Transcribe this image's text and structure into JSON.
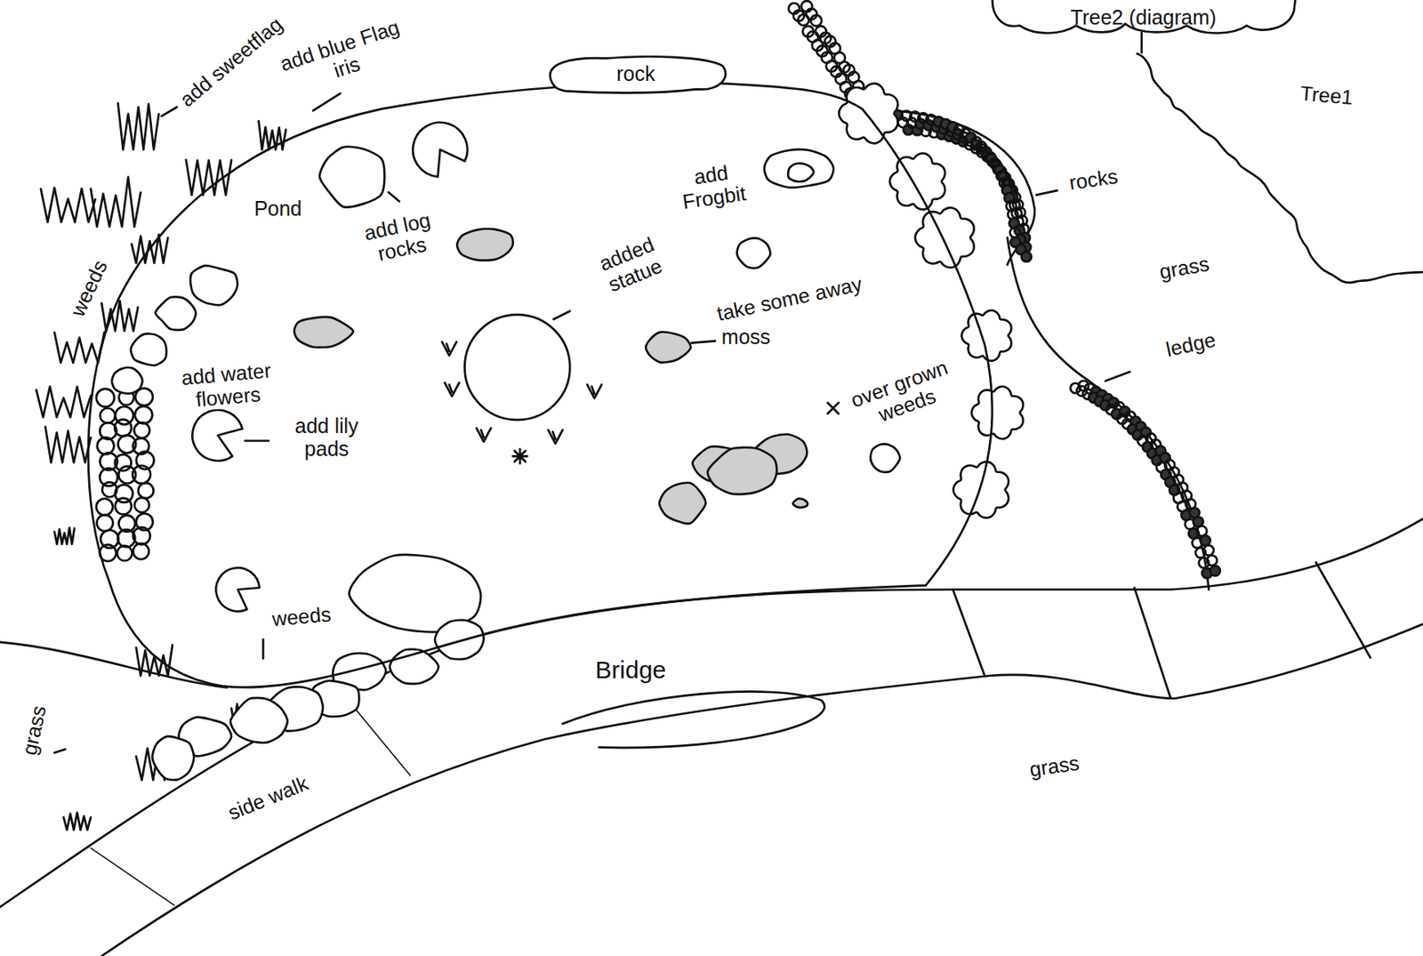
{
  "diagram": {
    "nodes": [
      {
        "text": [
          "rock"
        ]
      },
      {
        "text": [
          "Pond"
        ]
      },
      {
        "text": [
          "Tree2 (diagram)"
        ]
      }
    ],
    "labels": [
      "add sweetflag",
      "add blue Flag iris",
      "weeds",
      "add log rocks",
      "add Frogbit",
      "added statue",
      "take some away",
      "moss",
      "over grown weeds",
      "rocks",
      "Tree1",
      "grass",
      "ledge",
      "add water flowers",
      "add lily pads",
      "weeds",
      "Bridge",
      "grass",
      "side walk",
      "grass"
    ]
  }
}
